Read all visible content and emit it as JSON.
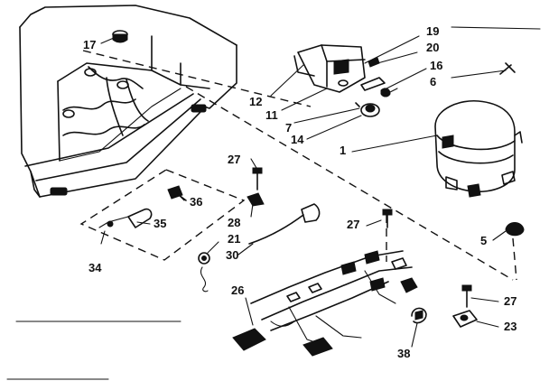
{
  "labels": {
    "p17": "17",
    "p19": "19",
    "p20": "20",
    "p16": "16",
    "p6": "6",
    "p12": "12",
    "p11": "11",
    "p7": "7",
    "p14": "14",
    "p1": "1",
    "p27a": "27",
    "p36": "36",
    "p28": "28",
    "p35": "35",
    "p21": "21",
    "p30": "30",
    "p34": "34",
    "p27b": "27",
    "p5": "5",
    "p26": "26",
    "p27c": "27",
    "p23": "23",
    "p38": "38"
  }
}
